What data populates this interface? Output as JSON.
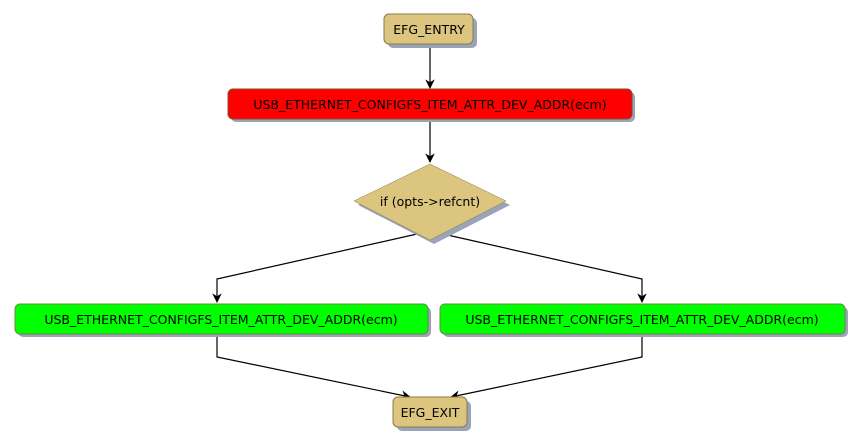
{
  "diagram": {
    "type": "flowchart",
    "nodes": {
      "entry": {
        "label": "EFG_ENTRY",
        "shape": "rounded-rect",
        "color": "#dcc67f"
      },
      "call_top": {
        "label": "USB_ETHERNET_CONFIGFS_ITEM_ATTR_DEV_ADDR(ecm)",
        "shape": "rounded-rect",
        "color": "#ff0000"
      },
      "decision": {
        "label": "if (opts->refcnt)",
        "shape": "diamond",
        "color": "#dcc67f"
      },
      "call_left": {
        "label": "USB_ETHERNET_CONFIGFS_ITEM_ATTR_DEV_ADDR(ecm)",
        "shape": "rounded-rect",
        "color": "#00ff00"
      },
      "call_right": {
        "label": "USB_ETHERNET_CONFIGFS_ITEM_ATTR_DEV_ADDR(ecm)",
        "shape": "rounded-rect",
        "color": "#00ff00"
      },
      "exit": {
        "label": "EFG_EXIT",
        "shape": "rounded-rect",
        "color": "#dcc67f"
      }
    },
    "edges": [
      {
        "from": "entry",
        "to": "call_top"
      },
      {
        "from": "call_top",
        "to": "decision"
      },
      {
        "from": "decision",
        "to": "call_left"
      },
      {
        "from": "decision",
        "to": "call_right"
      },
      {
        "from": "call_left",
        "to": "exit"
      },
      {
        "from": "call_right",
        "to": "exit"
      }
    ],
    "colors": {
      "shadow": "#9aa4b8",
      "border": "#8a7a4a",
      "edge": "#000000"
    }
  }
}
